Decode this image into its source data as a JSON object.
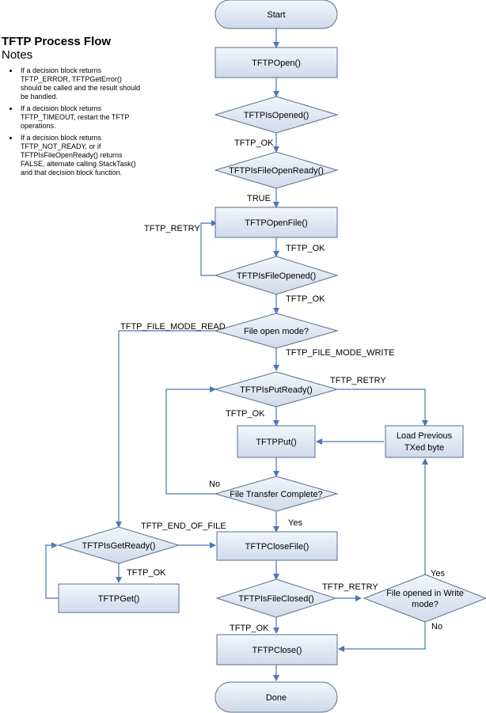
{
  "notes": {
    "title": "TFTP Process Flow",
    "subtitle": "Notes",
    "items": [
      "If a decision block returns TFTP_ERROR, TFTPGetError() should be called and the result should be handled.",
      "If a decision block returns TFTP_TIMEOUT, restart the TFTP operations.",
      "If a decision block returns TFTP_NOT_READY, or if TFTPIsFileOpenReady() returns FALSE, alternate calling StackTask() and that decision block function."
    ]
  },
  "nodes": {
    "start": "Start",
    "tftp_open": "TFTPOpen()",
    "is_opened": "TFTPIsOpened()",
    "is_file_open_ready": "TFTPIsFileOpenReady()",
    "open_file": "TFTPOpenFile()",
    "is_file_opened": "TFTPIsFileOpened()",
    "file_open_mode": "File open mode?",
    "is_put_ready": "TFTPIsPutReady()",
    "put": "TFTPPut()",
    "load_prev_1": "Load Previous",
    "load_prev_2": "TXed byte",
    "transfer_complete": "File Transfer Complete?",
    "is_get_ready": "TFTPIsGetReady()",
    "get": "TFTPGet()",
    "close_file": "TFTPCloseFile()",
    "is_file_closed": "TFTPIsFileClosed()",
    "write_mode_1": "File opened in Write",
    "write_mode_2": "mode?",
    "close": "TFTPClose()",
    "done": "Done"
  },
  "edges": {
    "tftp_ok_1": "TFTP_OK",
    "true": "TRUE",
    "retry_open": "TFTP_RETRY",
    "tftp_ok_2": "TFTP_OK",
    "tftp_ok_3": "TFTP_OK",
    "mode_read": "TFTP_FILE_MODE_READ",
    "mode_write": "TFTP_FILE_MODE_WRITE",
    "retry_put": "TFTP_RETRY",
    "tftp_ok_put": "TFTP_OK",
    "no_transfer": "No",
    "yes_transfer": "Yes",
    "end_of_file": "TFTP_END_OF_FILE",
    "tftp_ok_get": "TFTP_OK",
    "retry_close": "TFTP_RETRY",
    "yes_write": "Yes",
    "no_write": "No",
    "tftp_ok_close": "TFTP_OK"
  },
  "colors": {
    "shape_fill_light": "#f3f6fb",
    "shape_fill_dark": "#cfdaeb",
    "shape_stroke": "#5a6f8a",
    "arrow": "#4a78b5"
  }
}
